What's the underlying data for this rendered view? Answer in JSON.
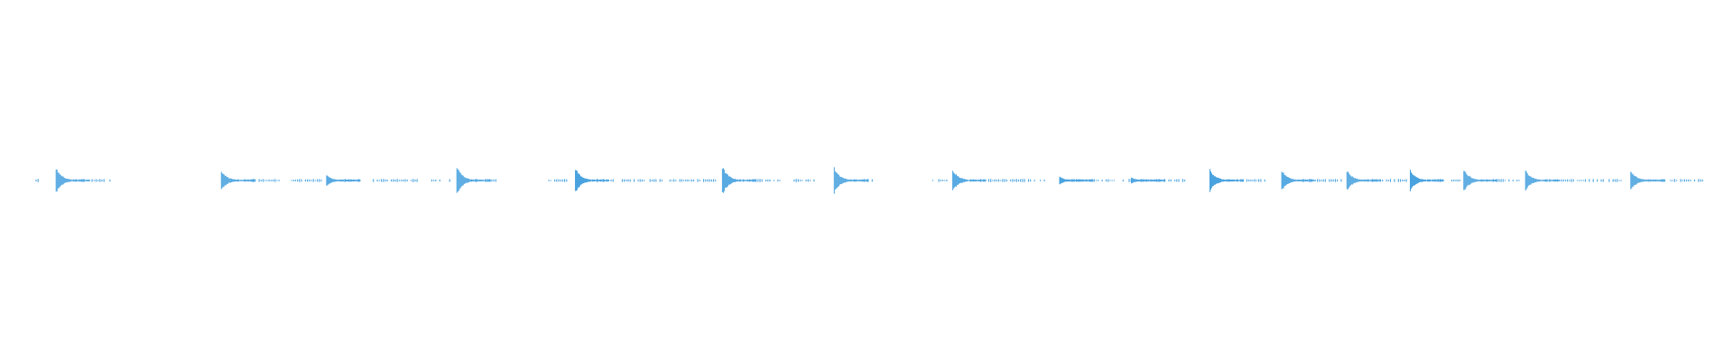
{
  "waveform": {
    "color": "#4aa3df",
    "timeline_seconds": 100,
    "transients": [
      {
        "t": 1.2,
        "level": 0.5
      },
      {
        "t": 11.1,
        "level": 0.4
      },
      {
        "t": 17.4,
        "level": 0.22
      },
      {
        "t": 25.2,
        "level": 0.55
      },
      {
        "t": 32.3,
        "level": 0.5
      },
      {
        "t": 41.1,
        "level": 0.55
      },
      {
        "t": 47.8,
        "level": 0.5
      },
      {
        "t": 54.9,
        "level": 0.45
      },
      {
        "t": 61.3,
        "level": 0.15
      },
      {
        "t": 65.6,
        "level": 0.12
      },
      {
        "t": 70.3,
        "level": 0.45
      },
      {
        "t": 74.6,
        "level": 0.4
      },
      {
        "t": 78.5,
        "level": 0.4
      },
      {
        "t": 82.3,
        "level": 0.4
      },
      {
        "t": 85.5,
        "level": 0.45
      },
      {
        "t": 89.2,
        "level": 0.4
      },
      {
        "t": 95.5,
        "level": 0.4
      }
    ],
    "noise_segments": [
      [
        0.0,
        0.2
      ],
      [
        2.4,
        4.5
      ],
      [
        13.0,
        14.6
      ],
      [
        15.3,
        17.2
      ],
      [
        18.5,
        19.4
      ],
      [
        20.2,
        22.9
      ],
      [
        23.7,
        24.8
      ],
      [
        26.1,
        27.6
      ],
      [
        30.7,
        31.8
      ],
      [
        33.6,
        34.6
      ],
      [
        35.1,
        40.8
      ],
      [
        42.4,
        44.6
      ],
      [
        45.4,
        46.6
      ],
      [
        49.0,
        50.1
      ],
      [
        53.7,
        54.6
      ],
      [
        56.1,
        60.4
      ],
      [
        61.7,
        64.6
      ],
      [
        65.1,
        68.8
      ],
      [
        71.8,
        73.7
      ],
      [
        75.9,
        78.2
      ],
      [
        79.8,
        82.1
      ],
      [
        83.6,
        85.3
      ],
      [
        86.9,
        88.9
      ],
      [
        90.4,
        95.2
      ],
      [
        96.7,
        99.9
      ]
    ]
  }
}
